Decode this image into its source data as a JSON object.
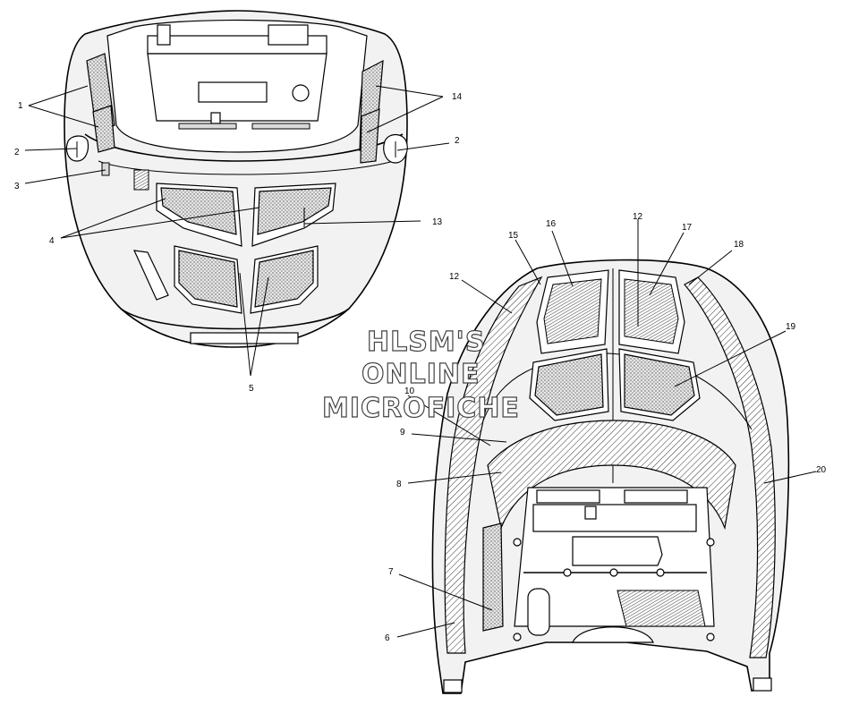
{
  "watermark": {
    "line1": "HLSM'S",
    "line2": "ONLINE",
    "line3": "MICROFICHE"
  },
  "callouts_front": [
    "1",
    "14",
    "2",
    "2",
    "3",
    "13",
    "4",
    "5"
  ],
  "callouts_rear": [
    "16",
    "12",
    "17",
    "15",
    "18",
    "12",
    "19",
    "10",
    "9",
    "8",
    "20",
    "7",
    "6"
  ]
}
